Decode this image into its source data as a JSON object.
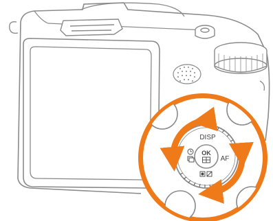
{
  "dial": {
    "labels": {
      "top": "DISP",
      "center_top": "OK",
      "right": "AF"
    },
    "icons": [
      "timer-icon",
      "function-icon",
      "metering-icon",
      "exposure-icon"
    ],
    "rotation": "bidirectional"
  },
  "colors": {
    "accent": "#ee7a1a",
    "outline": "#8a8a8a",
    "label": "#444444"
  }
}
